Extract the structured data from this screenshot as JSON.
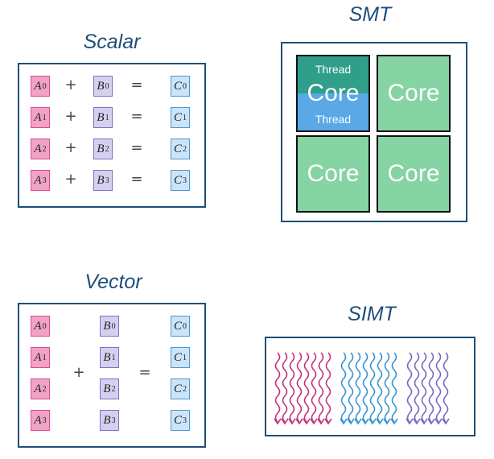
{
  "scalar": {
    "title": "Scalar",
    "rows": [
      {
        "a": "A",
        "b": "B",
        "c": "C",
        "sub": "0",
        "plus": "+",
        "eq": "="
      },
      {
        "a": "A",
        "b": "B",
        "c": "C",
        "sub": "1",
        "plus": "+",
        "eq": "="
      },
      {
        "a": "A",
        "b": "B",
        "c": "C",
        "sub": "2",
        "plus": "+",
        "eq": "="
      },
      {
        "a": "A",
        "b": "B",
        "c": "C",
        "sub": "3",
        "plus": "+",
        "eq": "="
      }
    ]
  },
  "vector": {
    "title": "Vector",
    "rows": [
      {
        "a": "A",
        "b": "B",
        "c": "C",
        "sub": "0"
      },
      {
        "a": "A",
        "b": "B",
        "c": "C",
        "sub": "1"
      },
      {
        "a": "A",
        "b": "B",
        "c": "C",
        "sub": "2"
      },
      {
        "a": "A",
        "b": "B",
        "c": "C",
        "sub": "3"
      }
    ],
    "plus": "+",
    "eq": "="
  },
  "smt": {
    "title": "SMT",
    "cores": [
      "Core",
      "Core",
      "Core",
      "Core"
    ],
    "thread_top": "Thread",
    "thread_bottom": "Thread"
  },
  "simt": {
    "title": "SIMT",
    "groups": [
      {
        "color": "#c2337f",
        "threads": 8
      },
      {
        "color": "#3a93d2",
        "threads": 8
      },
      {
        "color": "#7a68bf",
        "threads": 6
      }
    ]
  },
  "colors": {
    "frame": "#1f4e79",
    "core_green": "#86d3a3",
    "thread_teal": "#2f9f8a",
    "thread_blue": "#5aa8e6"
  }
}
